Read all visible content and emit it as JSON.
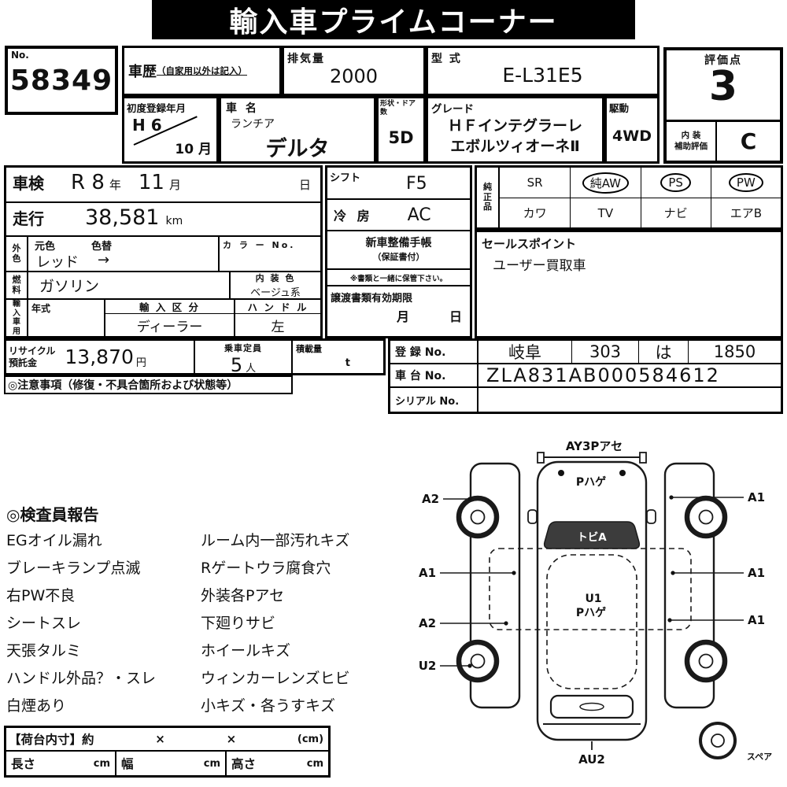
{
  "title": "輸入車プライムコーナー",
  "header": {
    "no": {
      "label": "No.",
      "value": "58349"
    },
    "history": {
      "label": "車歴",
      "note": "（自家用以外は記入）"
    },
    "displacement": {
      "label": "排気量",
      "value": "2000"
    },
    "model_code": {
      "label": "型 式",
      "value": "E-L31E5"
    },
    "score": {
      "label": "評価点",
      "value": "3"
    },
    "interior_eval": {
      "label_line1": "内 装",
      "label_line2": "補助評価",
      "value": "C"
    },
    "first_reg": {
      "label": "初度登録年月",
      "era_year": "H 6",
      "month": "10 月"
    },
    "car_name": {
      "label": "車 名",
      "brand": "ランチア",
      "model": "デルタ"
    },
    "body_doors": {
      "label": "形状・ドア数",
      "value": "5D"
    },
    "grade": {
      "label": "グレード",
      "line1": "ＨＦインテグラーレ",
      "line2": "エボルツィオーネⅡ"
    },
    "drive": {
      "label": "駆動",
      "value": "4WD"
    }
  },
  "inspection": {
    "label": "車検",
    "year": "R 8",
    "year_unit": "年",
    "month": "11",
    "month_unit": "月",
    "day_unit": "日"
  },
  "mileage": {
    "label": "走行",
    "value": "38,581",
    "unit": "km"
  },
  "exterior_color": {
    "label": "外色",
    "orig_label": "元色",
    "change_label": "色替",
    "value": "レッド",
    "arrow": "→",
    "color_no_label": "カ ラ ー No."
  },
  "fuel": {
    "label": "燃料",
    "value": "ガソリン",
    "interior_color_label": "内 装 色",
    "interior_color_value": "ベージュ系"
  },
  "import_info": {
    "label": "輸入車用",
    "year_label": "年式",
    "class_label": "輸 入 区 分",
    "class_value": "ディーラー",
    "handle_label": "ハ ン ド ル",
    "handle_value": "左"
  },
  "shift": {
    "label": "シフト",
    "value": "F5"
  },
  "aircon": {
    "label": "冷 房",
    "value": "AC"
  },
  "service_book": {
    "line1": "新車整備手帳",
    "line2": "（保証書付）",
    "note": "※書類と一緒に保管下さい。"
  },
  "transfer_docs": {
    "label": "譲渡書類有効期限",
    "month_unit": "月",
    "day_unit": "日"
  },
  "equipment": {
    "side_label": "純正品",
    "row1": [
      {
        "text": "SR",
        "circled": false
      },
      {
        "text": "純AW",
        "circled": true
      },
      {
        "text": "PS",
        "circled": true
      },
      {
        "text": "PW",
        "circled": true
      }
    ],
    "row2": [
      {
        "text": "カワ",
        "circled": false
      },
      {
        "text": "TV",
        "circled": false
      },
      {
        "text": "ナビ",
        "circled": false
      },
      {
        "text": "エアB",
        "circled": false
      }
    ]
  },
  "sales_point": {
    "label": "セールスポイント",
    "value": "ユーザー買取車"
  },
  "recycle": {
    "label_line1": "リサイクル",
    "label_line2": "預託金",
    "value": "13,870",
    "unit": "円"
  },
  "capacity": {
    "label": "乗車定員",
    "value": "5",
    "unit": "人"
  },
  "load": {
    "label": "積載量",
    "unit": "t"
  },
  "registration": {
    "reg_label": "登 録 No.",
    "reg_parts": [
      "岐阜",
      "303",
      "は",
      "1850"
    ],
    "chassis_label": "車 台 No.",
    "chassis_value": "ZLA831AB000584612",
    "serial_label": "シリアル No.",
    "serial_value": ""
  },
  "caution": "◎注意事項（修復・不具合箇所および状態等）",
  "report": {
    "title": "◎検査員報告",
    "left": [
      "EGオイル漏れ",
      "ブレーキランプ点滅",
      "右PW不良",
      "シートスレ",
      "天張タルミ",
      "ハンドル外品？・スレ",
      "白煙あり"
    ],
    "right": [
      "ルーム内一部汚れキズ",
      "Rゲートウラ腐食穴",
      "外装各Pアセ",
      "下廻りサビ",
      "ホイールキズ",
      "ウィンカーレンズヒビ",
      "小キズ・各うすキズ"
    ]
  },
  "diagram": {
    "top_label": "AY3Pアセ",
    "hood_label": "Pハゲ",
    "windshield_label": "トビA",
    "roof_label1": "U1",
    "roof_label2": "Pハゲ",
    "left_labels": [
      "A2",
      "A1",
      "A2",
      "U2"
    ],
    "right_labels": [
      "A1",
      "A1",
      "A1"
    ],
    "bottom_label": "AU2",
    "spare_label": "スペア"
  },
  "cargo": {
    "title": "【荷台内寸】約",
    "x1": "×",
    "x2": "×",
    "unit_header": "(cm)",
    "length_label": "長さ",
    "length_unit": "cm",
    "width_label": "幅",
    "width_unit": "cm",
    "height_label": "高さ",
    "height_unit": "cm"
  }
}
